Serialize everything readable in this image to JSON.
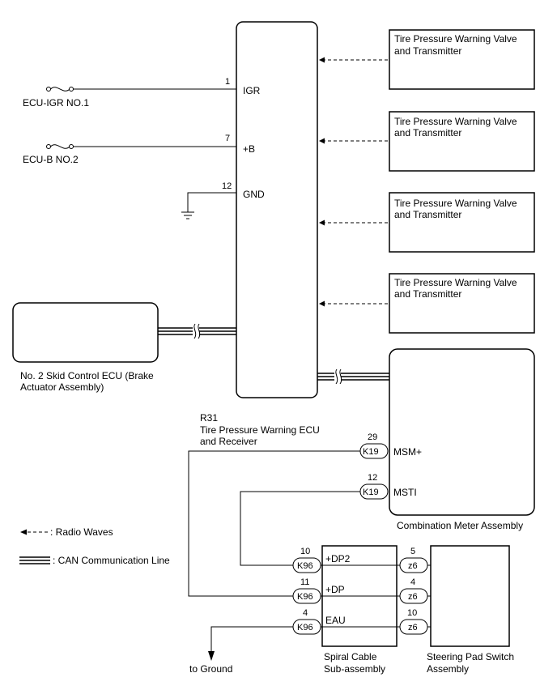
{
  "ecu": {
    "code": "R31",
    "name_line1": "Tire Pressure Warning ECU",
    "name_line2": "and Receiver",
    "pins": [
      {
        "num": "1",
        "label": "IGR"
      },
      {
        "num": "7",
        "label": "+B"
      },
      {
        "num": "12",
        "label": "GND"
      }
    ]
  },
  "fuses": [
    {
      "label": "ECU-IGR NO.1"
    },
    {
      "label": "ECU-B NO.2"
    }
  ],
  "transmitters": [
    {
      "line1": "Tire Pressure Warning Valve",
      "line2": "and Transmitter"
    },
    {
      "line1": "Tire Pressure Warning Valve",
      "line2": "and Transmitter"
    },
    {
      "line1": "Tire Pressure Warning Valve",
      "line2": "and Transmitter"
    },
    {
      "line1": "Tire Pressure Warning Valve",
      "line2": "and Transmitter"
    }
  ],
  "skid_ecu": {
    "line1": "No. 2 Skid Control ECU (Brake",
    "line2": "Actuator Assembly)"
  },
  "meter": {
    "name": "Combination Meter Assembly",
    "pins": [
      {
        "num": "29",
        "connector": "K19",
        "label": "MSM+"
      },
      {
        "num": "12",
        "connector": "K19",
        "label": "MSTI"
      }
    ]
  },
  "spiral": {
    "line1": "Spiral Cable",
    "line2": "Sub-assembly",
    "pins": [
      {
        "left_num": "10",
        "left_conn": "K96",
        "label": "+DP2",
        "right_num": "5",
        "right_conn": "z6"
      },
      {
        "left_num": "11",
        "left_conn": "K96",
        "label": "+DP",
        "right_num": "4",
        "right_conn": "z6"
      },
      {
        "left_num": "4",
        "left_conn": "K96",
        "label": "EAU",
        "right_num": "10",
        "right_conn": "z6"
      }
    ]
  },
  "steering": {
    "line1": "Steering Pad Switch",
    "line2": "Assembly"
  },
  "ground_label": "to Ground",
  "legend": {
    "radio": ": Radio Waves",
    "can": ": CAN Communication Line"
  }
}
